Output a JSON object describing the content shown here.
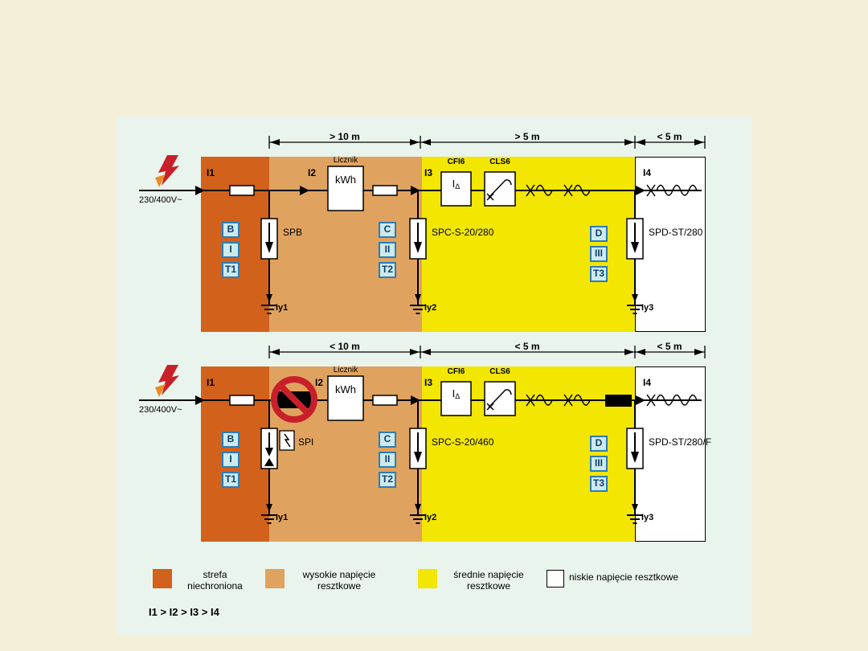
{
  "colors": {
    "page_background": "#f4efd8",
    "panel_background": "#e9f4ec",
    "zone_unprotected": "#d2611b",
    "zone_high_residual": "#e0a35f",
    "zone_medium_residual": "#f3e600",
    "zone_low_residual": "#ffffff",
    "badge_border": "#2e7cb8",
    "badge_background": "#cdeaec",
    "lightning_red": "#c8202a",
    "lightning_orange": "#ea8b1f",
    "prohibition_red": "#c8202a"
  },
  "d1": {
    "distances": [
      "> 10 m",
      "> 5 m",
      "< 5 m"
    ],
    "source_voltage": "230/400V~",
    "currents": [
      "I1",
      "I2",
      "I3",
      "I4"
    ],
    "meter_title": "Licznik",
    "meter_unit": "kWh",
    "rcd_title": "CFI6",
    "rcd_symbol_main": "I",
    "rcd_symbol_sub": "Δ",
    "breaker_title": "CLS6",
    "spd1_name": "SPB",
    "spd2_name": "SPC-S-20/280",
    "spd3_name": "SPD-ST/280",
    "grounds": [
      "Iy1",
      "Iy2",
      "Iy3"
    ],
    "badges_zone1": [
      "B",
      "I",
      "T1"
    ],
    "badges_zone2": [
      "C",
      "II",
      "T2"
    ],
    "badges_zone3": [
      "D",
      "III",
      "T3"
    ]
  },
  "d2": {
    "distances": [
      "< 10 m",
      "< 5 m",
      "< 5 m"
    ],
    "source_voltage": "230/400V~",
    "currents": [
      "I1",
      "I2",
      "I3",
      "I4"
    ],
    "meter_title": "Licznik",
    "meter_unit": "kWh",
    "rcd_title": "CFI6",
    "rcd_symbol_main": "I",
    "rcd_symbol_sub": "Δ",
    "breaker_title": "CLS6",
    "spd1_name": "SPI",
    "spd2_name": "SPC-S-20/460",
    "spd3_name": "SPD-ST/280/F",
    "grounds": [
      "Iy1",
      "Iy2",
      "Iy3"
    ],
    "badges_zone1": [
      "B",
      "I",
      "T1"
    ],
    "badges_zone2": [
      "C",
      "II",
      "T2"
    ],
    "badges_zone3": [
      "D",
      "III",
      "T3"
    ]
  },
  "legend": {
    "items": [
      {
        "line1": "strefa",
        "line2": "niechroniona",
        "color": "#d2611b"
      },
      {
        "line1": "wysokie napięcie",
        "line2": "resztkowe",
        "color": "#e0a35f"
      },
      {
        "line1": "średnie napięcie",
        "line2": "resztkowe",
        "color": "#f3e600"
      },
      {
        "line1": "niskie napięcie resztkowe",
        "line2": "",
        "color": "#ffffff"
      }
    ],
    "inequality": "I1 > I2 > I3 > I4"
  }
}
